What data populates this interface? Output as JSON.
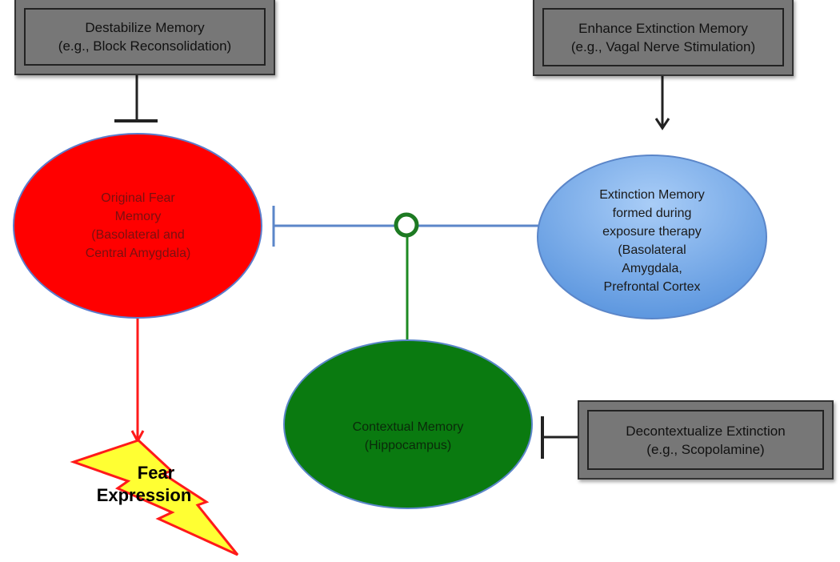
{
  "boxes": {
    "destabilize": {
      "line1": "Destabilize Memory",
      "line2": "(e.g., Block Reconsolidation)"
    },
    "enhance": {
      "line1": "Enhance Extinction Memory",
      "line2": "(e.g., Vagal Nerve Stimulation)"
    },
    "decontextualize": {
      "line1": "Decontextualize Extinction",
      "line2": "(e.g., Scopolamine)"
    }
  },
  "nodes": {
    "fear": {
      "lines": [
        "Original Fear",
        "Memory",
        "(Basolateral and",
        "Central Amygdala)"
      ]
    },
    "extinction": {
      "lines": [
        "Extinction Memory",
        "formed during",
        "exposure therapy",
        "(Basolateral",
        "Amygdala,",
        "Prefrontal Cortex"
      ]
    },
    "context": {
      "lines": [
        "Contextual Memory",
        "(Hippocampus)"
      ]
    },
    "expression": {
      "line1": "Fear",
      "line2": "Expression"
    }
  },
  "colors": {
    "fear": "#ff0000",
    "extinction": "#7aaeea",
    "context": "#0a7a10",
    "box": "#777777",
    "bolt": "#ffff33"
  }
}
